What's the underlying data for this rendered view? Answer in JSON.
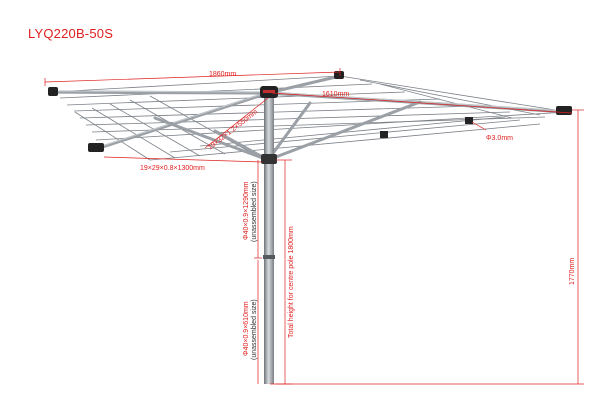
{
  "model": "LYQ220B-50S",
  "dimensions": {
    "overall_width": "1860mm",
    "arm_length": "1610mm",
    "arm_section": "19×29×0.8×1300mm",
    "arm_brace": "19×32×1.2×550mm",
    "line_diameter": "Φ3.0mm",
    "upper_pole": "Φ40×0.9×1290mm",
    "upper_pole_note": "(unassembled size)",
    "lower_pole": "Φ40×0.9×610mm",
    "lower_pole_note": "(unassembled size)",
    "centre_pole_height": "Total height for centre pole 1800mm",
    "overall_height": "1770mm"
  },
  "colors": {
    "dimension": "#e02020",
    "aluminium": "#9aa0a6",
    "line": "#7b8087",
    "cap": "#222222"
  }
}
